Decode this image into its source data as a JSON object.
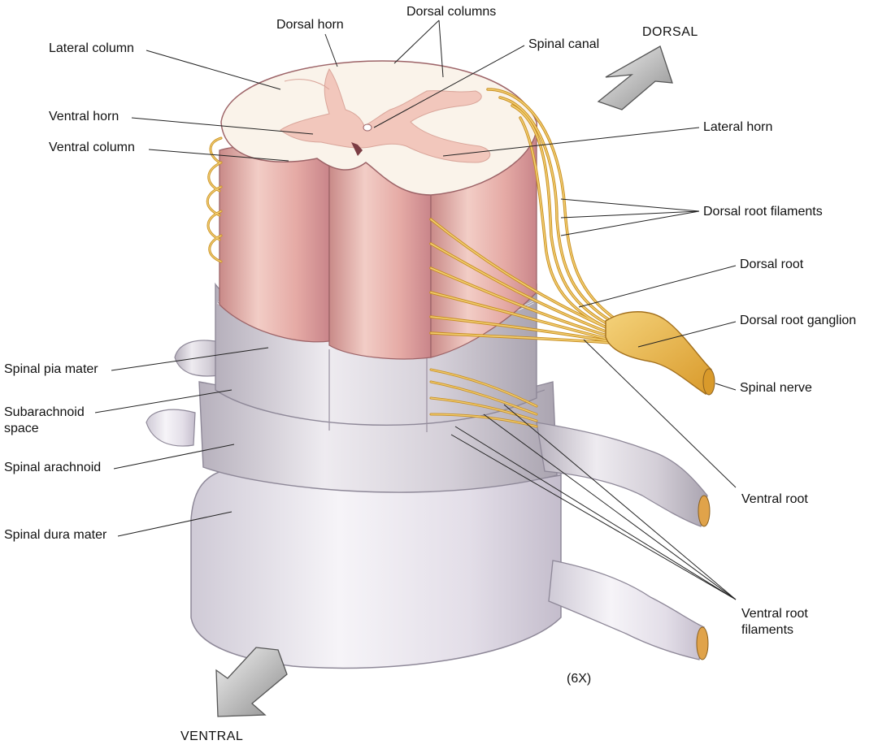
{
  "labels": {
    "dorsal_horn": "Dorsal horn",
    "dorsal_columns": "Dorsal columns",
    "spinal_canal": "Spinal canal",
    "lateral_column": "Lateral column",
    "ventral_horn": "Ventral horn",
    "ventral_column": "Ventral column",
    "lateral_horn": "Lateral horn",
    "dorsal_root_filaments": "Dorsal root filaments",
    "dorsal_root": "Dorsal root",
    "dorsal_root_ganglion": "Dorsal root ganglion",
    "spinal_nerve": "Spinal nerve",
    "spinal_pia_mater": "Spinal pia mater",
    "subarachnoid_space": "Subarachnoid\nspace",
    "spinal_arachnoid": "Spinal arachnoid",
    "spinal_dura_mater": "Spinal dura mater",
    "ventral_root": "Ventral root",
    "ventral_root_filaments": "Ventral root\nfilaments",
    "magnification": "(6X)"
  },
  "directions": {
    "dorsal": "DORSAL",
    "ventral": "VENTRAL"
  },
  "colors": {
    "cord_pink": "#e8b8b2",
    "gray_matter": "#f2c7bc",
    "white_matter": "#faf3ea",
    "membrane": "#dcd6e0",
    "nerve_yellow": "#e8b54a",
    "nerve_dark": "#c98f22",
    "arrow_gray": "#9a9a9a"
  }
}
